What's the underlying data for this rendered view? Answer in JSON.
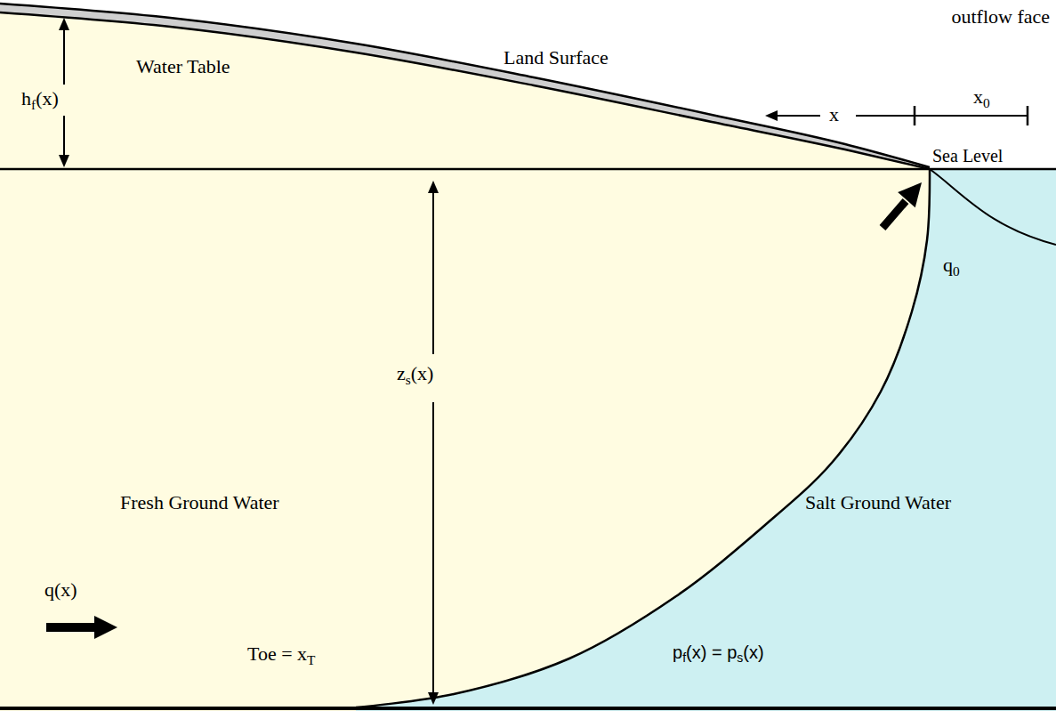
{
  "diagram": {
    "labels": [
      "outflow face",
      "x",
      "x0",
      "Land Surface",
      "Water Table",
      "hf(x)",
      "Sea Level",
      "q0",
      "zs(x)",
      "Fresh Ground Water",
      "Salt Ground Water",
      "q(x)",
      "Toe = xT",
      "pf(x) = ps(x)"
    ]
  }
}
